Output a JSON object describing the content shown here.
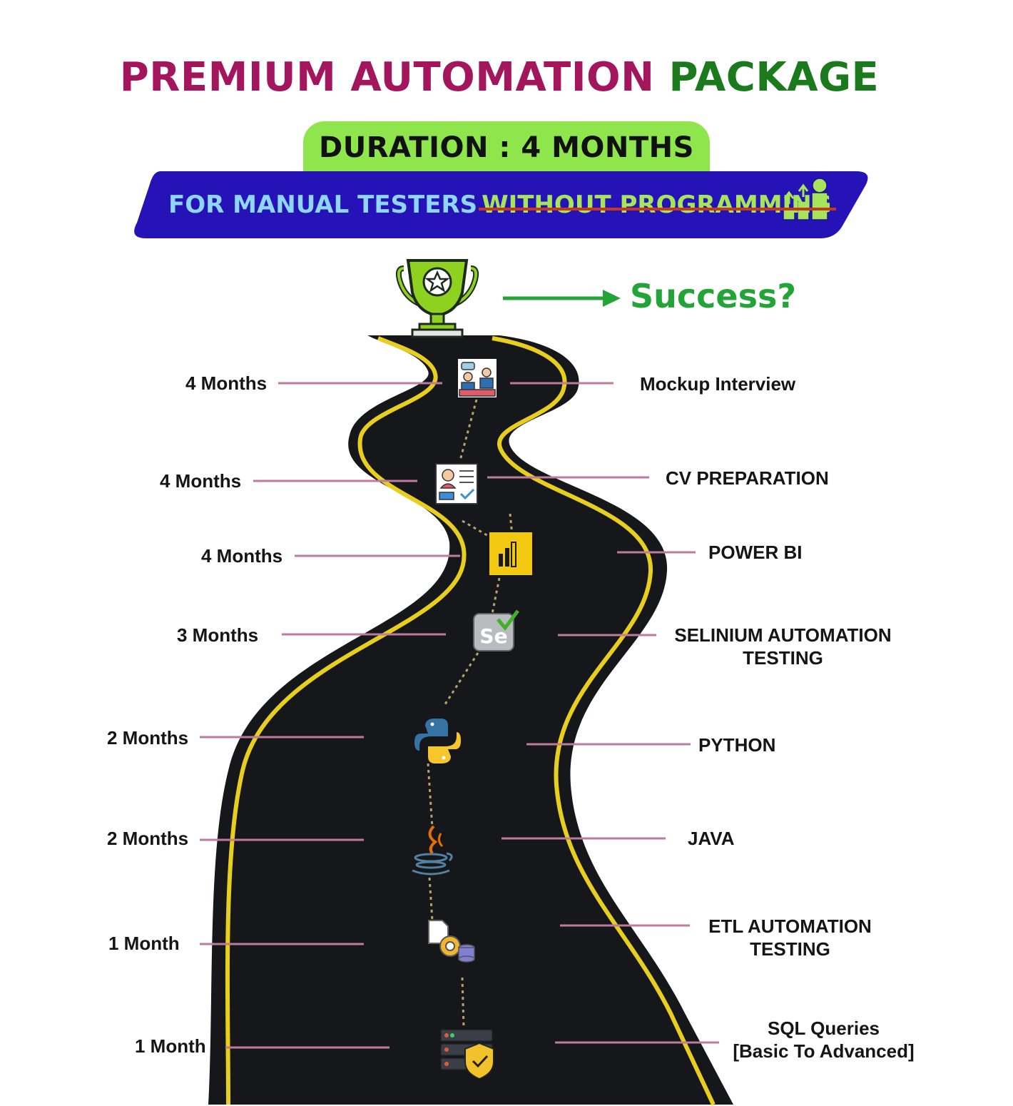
{
  "title": {
    "part1": "PREMIUM AUTOMATION",
    "part2": "PACKAGE"
  },
  "duration": "DURATION : 4 MONTHS",
  "banner": {
    "text": "FOR MANUAL TESTERS",
    "struck": "WITHOUT  PROGRAMMING",
    "icon": "money-growth-icon"
  },
  "goal": {
    "icon": "trophy-icon",
    "label": "Success?"
  },
  "colors": {
    "title_primary": "#a3155c",
    "title_secondary": "#1b7a1c",
    "duration_bg": "#8ee64c",
    "banner_bg": "#2513b8",
    "road": "#15171b",
    "road_line": "#e8cf1d",
    "connector": "#c07a9e",
    "success": "#22a436"
  },
  "milestones": [
    {
      "duration": "4 Months",
      "topic": "Mockup Interview",
      "icon": "interview-icon"
    },
    {
      "duration": "4 Months",
      "topic": "CV PREPARATION",
      "icon": "cv-icon"
    },
    {
      "duration": "4 Months",
      "topic": "POWER BI",
      "icon": "power-bi-icon"
    },
    {
      "duration": "3 Months",
      "topic_line1": "SELINIUM AUTOMATION",
      "topic_line2": "TESTING",
      "icon": "selenium-icon"
    },
    {
      "duration": "2 Months",
      "topic": "PYTHON",
      "icon": "python-icon"
    },
    {
      "duration": "2 Months",
      "topic": "JAVA",
      "icon": "java-icon"
    },
    {
      "duration": "1 Month",
      "topic_line1": "ETL AUTOMATION",
      "topic_line2": "TESTING",
      "icon": "etl-icon"
    },
    {
      "duration": "1 Month",
      "topic_line1": "SQL Queries",
      "topic_line2": "[Basic To Advanced]",
      "icon": "sql-database-icon"
    }
  ]
}
